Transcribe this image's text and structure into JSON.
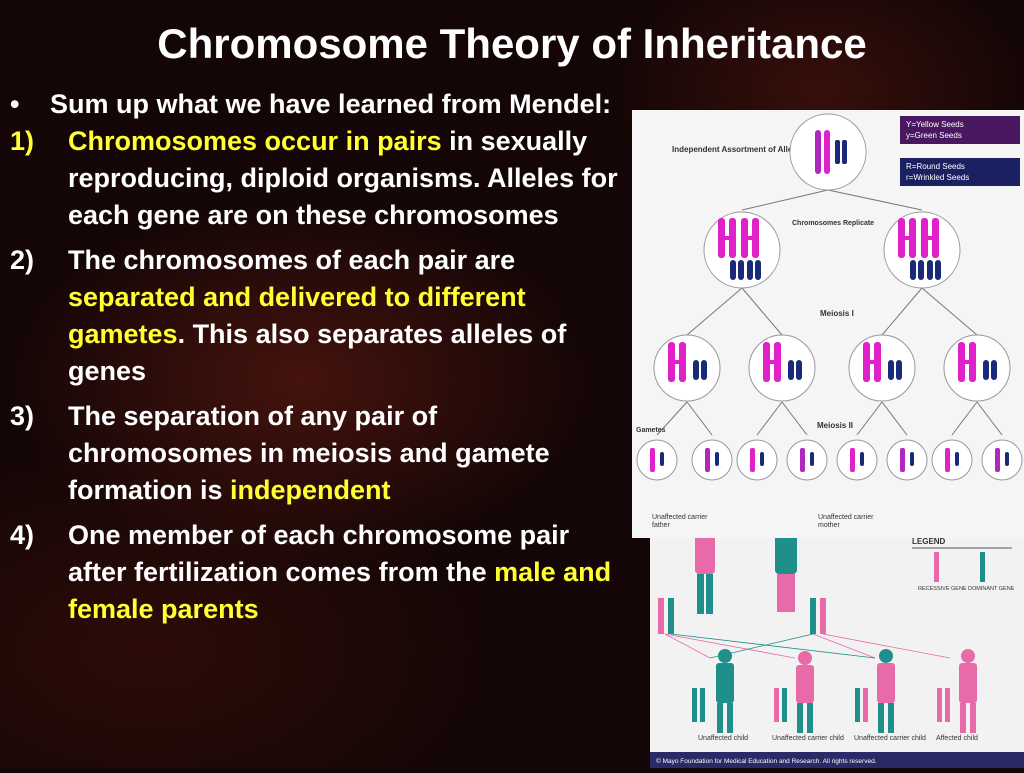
{
  "slide": {
    "title": "Chromosome Theory of Inheritance",
    "intro": {
      "marker": "•",
      "text": "Sum up what we have learned from Mendel:"
    },
    "items": [
      {
        "marker": "1)",
        "highlight": "Chromosomes occur in pairs",
        "text": " in sexually reproducing, diploid organisms. Alleles for each gene are on these chromosomes"
      },
      {
        "marker": "2)",
        "pre": "The chromosomes of each pair are ",
        "highlight": "separated and delivered to different gametes",
        "post": ". This also separates alleles of genes"
      },
      {
        "marker": "3)",
        "pre": "The separation of any pair of chromosomes in meiosis and gamete formation is ",
        "highlight": "independent"
      },
      {
        "marker": "4)",
        "pre": "One member of each chromosome pair after fertilization comes from the ",
        "highlight": "male and female parents"
      }
    ]
  },
  "figure_meiosis": {
    "heading": "Independent Assortment of Alleles",
    "legend_y": "Y=Yellow Seeds",
    "legend_y2": "y=Green Seeds",
    "legend_r": "R=Round Seeds",
    "legend_r2": "r=Wrinkled Seeds",
    "replicate_label": "Chromosomes Replicate",
    "meiosis1_label": "Meiosis I",
    "meiosis2_label": "Meiosis II",
    "gametes_label": "Gametes",
    "colors": {
      "magenta": "#e020c8",
      "navy": "#1a2a7a",
      "purple": "#7a2aa0"
    }
  },
  "figure_family": {
    "father_label": "Unaffected carrier father",
    "mother_label": "Unaffected carrier mother",
    "legend_title": "LEGEND",
    "recessive_label": "RECESSIVE GENE",
    "dominant_label": "DOMINANT GENE",
    "child_labels": [
      "Unaffected child",
      "Unaffected carrier child",
      "Unaffected carrier child",
      "Affected child"
    ],
    "footer": "© Mayo Foundation for Medical Education and Research. All rights reserved.",
    "colors": {
      "teal": "#1e8f8a",
      "pink": "#e86aa8"
    }
  }
}
